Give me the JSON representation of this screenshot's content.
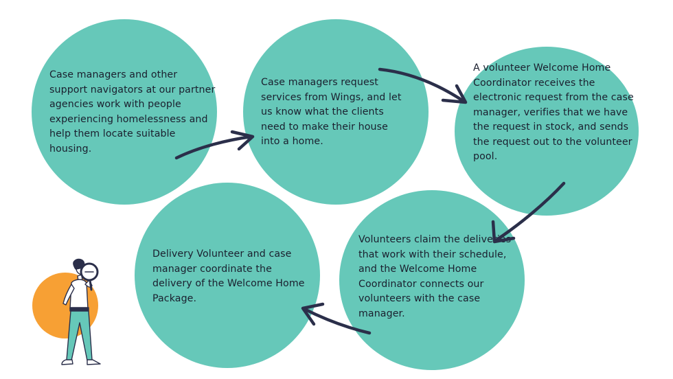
{
  "colors": {
    "circle": "#66c8b9",
    "arrow": "#2b2f4a",
    "accent_circle": "#f7a034",
    "text": "#1a1f2e"
  },
  "steps": [
    {
      "text": "Case managers and other support navigators at our partner agencies work with people experiencing homelessness and help them locate suitable housing."
    },
    {
      "text": "Case managers request services from Wings, and let us know what the clients need to make their house into a home."
    },
    {
      "text": "A volunteer Welcome Home Coordinator receives the electronic request from the case manager, verifies that we have the request in stock, and sends the request out to the volunteer pool."
    },
    {
      "text": "Volunteers claim the deliveries that work with their schedule, and the Welcome Home Coordinator connects our volunteers with the case manager."
    },
    {
      "text": "Delivery Volunteer and case manager coordinate the delivery of the Welcome Home Package."
    }
  ],
  "decoration": {
    "figure_icon": "person-with-magnifying-glass-icon",
    "arrow_icon": "curved-arrow-icon"
  }
}
